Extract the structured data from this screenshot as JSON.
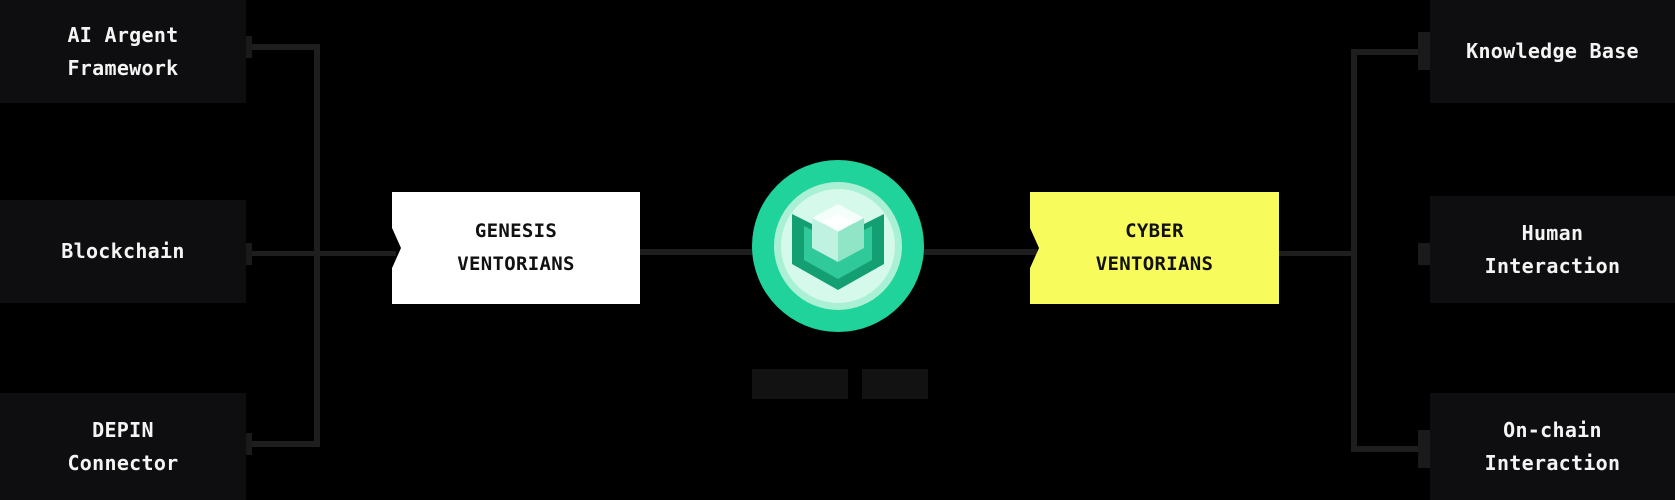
{
  "colors": {
    "background": "#000000",
    "side_box": "#0e0e10",
    "connector": "#1e1e1e",
    "genesis_box": "#ffffff",
    "cyber_box": "#f7fb5c",
    "logo_ring": "#1fd39a",
    "logo_inner": "#c6f7e4"
  },
  "left_inputs": [
    {
      "label": "AI Argent\nFramework"
    },
    {
      "label": "Blockchain"
    },
    {
      "label": "DEPIN\nConnector"
    }
  ],
  "genesis": {
    "label": "GENESIS\nVENTORIANS"
  },
  "core": {
    "icon": "cube-shield-logo-icon"
  },
  "cyber": {
    "label": "CYBER\nVENTORIANS"
  },
  "right_outputs": [
    {
      "label": "Knowledge Base"
    },
    {
      "label": "Human\nInteraction"
    },
    {
      "label": "On-chain\nInteraction"
    }
  ]
}
